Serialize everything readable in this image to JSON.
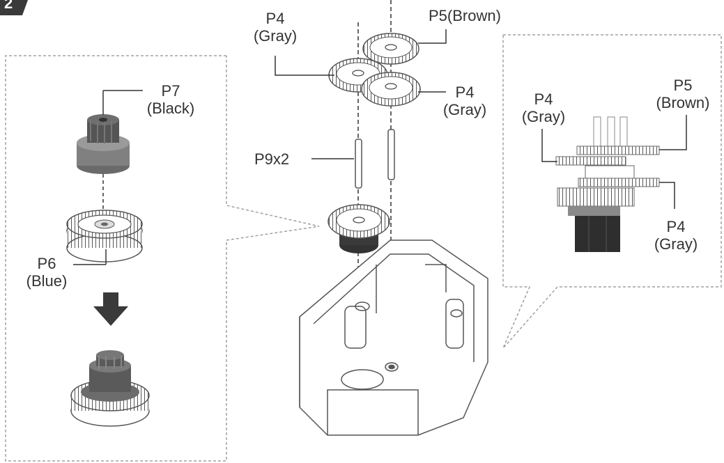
{
  "step": {
    "number": "2"
  },
  "labels": {
    "p7": {
      "name": "P7",
      "color": "(Black)"
    },
    "p6": {
      "name": "P6",
      "color": "(Blue)"
    },
    "p4_top": {
      "name": "P4",
      "color": "(Gray)"
    },
    "p5_top": {
      "text": "P5(Brown)"
    },
    "p4_mid": {
      "name": "P4",
      "color": "(Gray)"
    },
    "p9": {
      "text": "P9x2"
    },
    "detail_p4_left": {
      "name": "P4",
      "color": "(Gray)"
    },
    "detail_p5": {
      "name": "P5",
      "color": "(Brown)"
    },
    "detail_p4_bottom": {
      "name": "P4",
      "color": "(Gray)"
    }
  },
  "colors": {
    "gray_part": "#7d7d7d",
    "black_part": "#4a4a4a",
    "dark_block": "#2e2e2e",
    "arrow": "#333333",
    "outline": "#555555",
    "dashed": "#999999"
  }
}
